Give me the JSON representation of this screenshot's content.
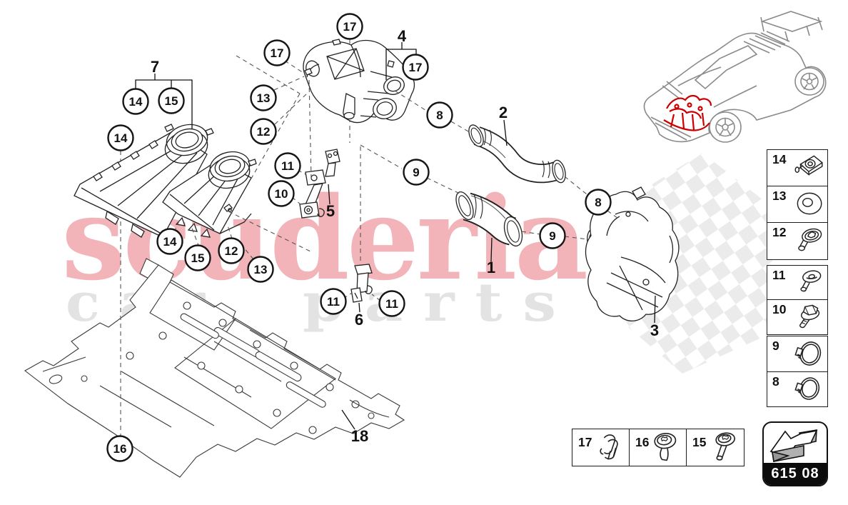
{
  "watermark": {
    "brand": "scuderia",
    "tagline_left": "c a r",
    "tagline_right": "p a r t s"
  },
  "colors": {
    "brand_watermark": "#f2b4b8",
    "tagline_watermark": "#e3e3e3",
    "car_outline": "#8a8a8a",
    "highlight_parts": "#cc0000",
    "checker": "#ebebeb",
    "line_art": "#1c1c1c"
  },
  "diagram": {
    "callouts": [
      {
        "label": "17"
      },
      {
        "label": "17"
      },
      {
        "label": "17"
      },
      {
        "label": "8"
      },
      {
        "label": "13"
      },
      {
        "label": "12"
      },
      {
        "label": "14"
      },
      {
        "label": "15"
      },
      {
        "label": "14"
      },
      {
        "label": "11"
      },
      {
        "label": "10"
      },
      {
        "label": "9"
      },
      {
        "label": "8"
      },
      {
        "label": "9"
      },
      {
        "label": "14"
      },
      {
        "label": "15"
      },
      {
        "label": "12"
      },
      {
        "label": "13"
      },
      {
        "label": "11"
      },
      {
        "label": "11"
      },
      {
        "label": "16"
      }
    ],
    "part_labels": [
      {
        "label": "7"
      },
      {
        "label": "4"
      },
      {
        "label": "2"
      },
      {
        "label": "5"
      },
      {
        "label": "1"
      },
      {
        "label": "6"
      },
      {
        "label": "3"
      },
      {
        "label": "18"
      }
    ]
  },
  "sidebar": {
    "items": [
      {
        "number": "14",
        "icon": "clip-nut-icon"
      },
      {
        "number": "13",
        "icon": "washer-icon"
      },
      {
        "number": "12",
        "icon": "expanding-rivet-icon"
      },
      {
        "number": "11",
        "icon": "rivet-pin-icon"
      },
      {
        "number": "10",
        "icon": "flange-bolt-icon"
      },
      {
        "number": "9",
        "icon": "hose-clamp-icon"
      },
      {
        "number": "8",
        "icon": "hose-clamp-icon"
      }
    ]
  },
  "bottom_row": {
    "items": [
      {
        "number": "17",
        "icon": "spring-clip-icon"
      },
      {
        "number": "16",
        "icon": "torx-screw-icon"
      },
      {
        "number": "15",
        "icon": "torx-screw-long-icon"
      }
    ]
  },
  "part_code": {
    "code": "615 08"
  }
}
